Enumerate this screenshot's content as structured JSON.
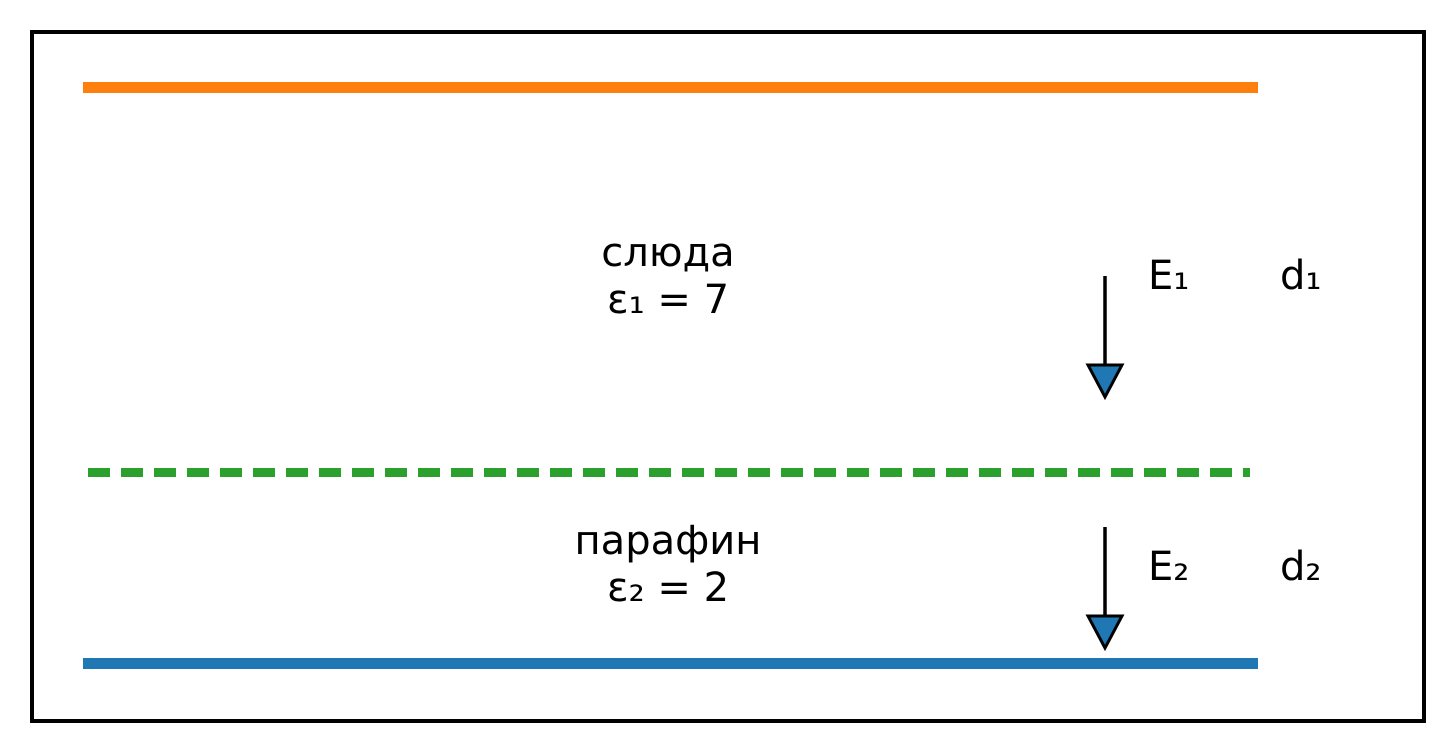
{
  "diagram": {
    "title": "plane-capacitor-with-two-dielectrics",
    "region1": {
      "material": "слюда",
      "permittivity": "ε₁ = 7",
      "field_label": "E₁",
      "thickness_label": "d₁"
    },
    "region2": {
      "material": "парафин",
      "permittivity": "ε₂ = 2",
      "field_label": "E₂",
      "thickness_label": "d₂"
    },
    "icons": {
      "arrow_1": "down-arrow-icon",
      "arrow_2": "down-arrow-icon"
    },
    "colors": {
      "top_plate": "#ff7f0e",
      "bottom_plate": "#1f77b4",
      "interface_dashed": "#2ca02c",
      "arrow_stem": "#000000",
      "arrow_head_fill": "#1f77b4",
      "arrow_head_stroke": "#000000",
      "frame_border": "#000000",
      "background": "#ffffff",
      "text": "#000000"
    }
  }
}
